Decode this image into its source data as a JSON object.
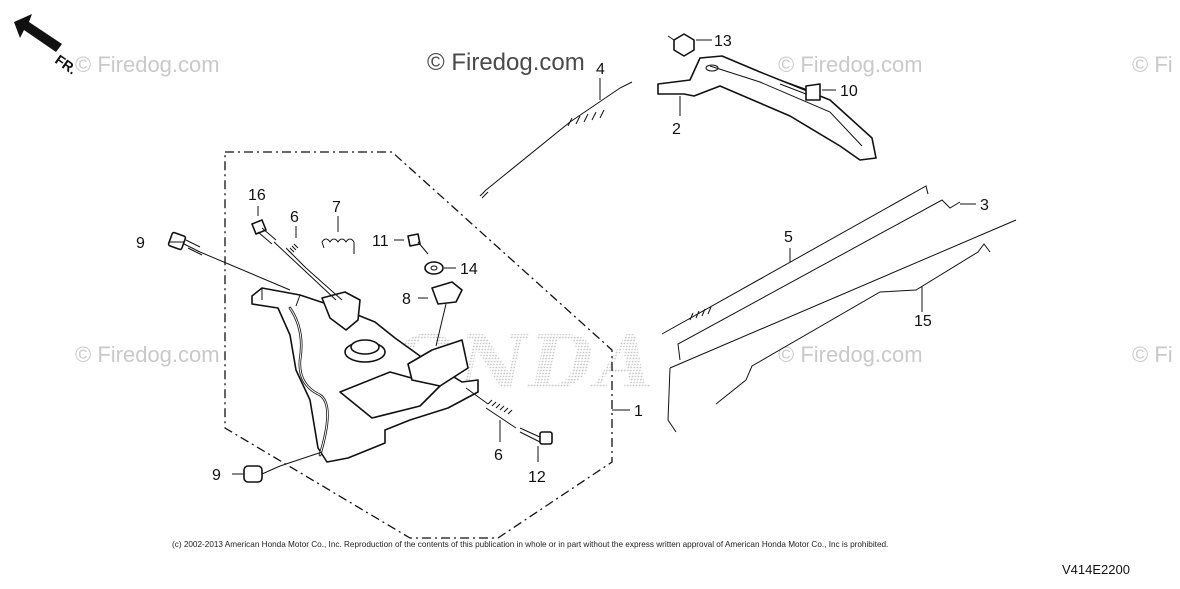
{
  "orientation": {
    "label": "FR.",
    "icon": "front-direction-arrow-icon"
  },
  "watermarks": {
    "main": "© Firedog.com",
    "tile": "© Firedog.com",
    "edge": "© Fi"
  },
  "brand_watermark": {
    "text": "HONDA",
    "color": "#cfcfcf"
  },
  "callouts": [
    {
      "id": "c1",
      "text": "1"
    },
    {
      "id": "c2",
      "text": "2"
    },
    {
      "id": "c3",
      "text": "3"
    },
    {
      "id": "c4",
      "text": "4"
    },
    {
      "id": "c5",
      "text": "5"
    },
    {
      "id": "c6a",
      "text": "6"
    },
    {
      "id": "c6b",
      "text": "6"
    },
    {
      "id": "c7",
      "text": "7"
    },
    {
      "id": "c8",
      "text": "8"
    },
    {
      "id": "c9a",
      "text": "9"
    },
    {
      "id": "c9b",
      "text": "9"
    },
    {
      "id": "c10",
      "text": "10"
    },
    {
      "id": "c11",
      "text": "11"
    },
    {
      "id": "c12",
      "text": "12"
    },
    {
      "id": "c13",
      "text": "13"
    },
    {
      "id": "c14",
      "text": "14"
    },
    {
      "id": "c15",
      "text": "15"
    },
    {
      "id": "c16",
      "text": "16"
    }
  ],
  "copyright": "(c) 2002-2013 American Honda Motor Co., Inc. Reproduction of the contents of this publication in whole or in part without the express written approval of American Honda Motor Co., Inc is prohibited.",
  "diagram_code": "V414E2200",
  "colors": {
    "ink": "#111111",
    "watermark": "#c9c9c9",
    "background": "#ffffff"
  }
}
